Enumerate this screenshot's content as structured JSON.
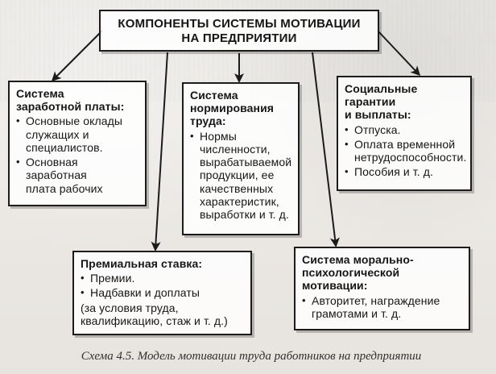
{
  "diagram": {
    "title_lines": [
      "КОМПОНЕНТЫ СИСТЕМЫ МОТИВАЦИИ",
      "НА ПРЕДПРИЯТИИ"
    ],
    "salary": {
      "heading": "Система\nзаработной платы:",
      "items": [
        "Основные оклады\nслужащих и\nспециалистов.",
        "Основная\nзаработная\nплата рабочих"
      ]
    },
    "norms": {
      "heading": "Система\nнормирования\nтруда:",
      "items": [
        "Нормы\nчисленности,\nвырабатываемой\nпродукции, ее\nкачественных\nхарактеристик,\nвыработки и т. д."
      ]
    },
    "social": {
      "heading": "Социальные\nгарантии\nи выплаты:",
      "items": [
        "Отпуска.",
        "Оплата временной\nнетрудоспособности.",
        "Пособия и т. д."
      ]
    },
    "bonus": {
      "heading": "Премиальная ставка:",
      "items": [
        "Премии.",
        "Надбавки и доплаты"
      ],
      "continuation": "(за условия труда,\nквалификацию, стаж и т. д.)"
    },
    "moral": {
      "heading": "Система морально-\nпсихологической\nмотивации:",
      "items": [
        "Авторитет, награждение\nграмотами и т. д."
      ]
    },
    "caption": "Схема 4.5. Модель мотивации труда работников на предприятии"
  },
  "colors": {
    "ink": "#161616",
    "paper": "#eceae6"
  }
}
